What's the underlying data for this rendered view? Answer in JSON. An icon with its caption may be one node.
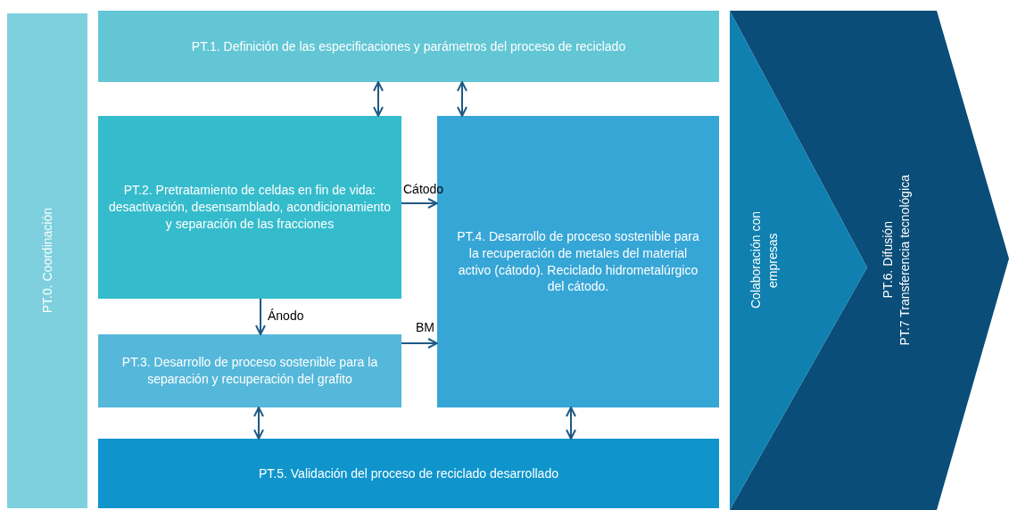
{
  "diagram": {
    "nodes": [
      {
        "text": [
          "PT.0. Coordinación"
        ]
      },
      {
        "text": [
          "PT.1. Definición de las especificaciones y parámetros del proceso de reciclado"
        ]
      },
      {
        "text": [
          "PT.2. Pretratamiento de celdas en fin de vida: desactivación, desensamblado, acondicionamiento y separación de las fracciones"
        ]
      },
      {
        "text": [
          "PT.3. Desarrollo de proceso sostenible para la separación y recuperación del grafito"
        ]
      },
      {
        "text": [
          "PT.4. Desarrollo de proceso sostenible para la recuperación de metales del material activo (cátodo). Reciclado hidrometalúrgico del cátodo."
        ]
      },
      {
        "text": [
          "PT.5. Validación del proceso de reciclado desarrollado"
        ]
      },
      {
        "text": [
          "Colaboración con empresas"
        ]
      },
      {
        "text": [
          "PT.6. Difusión",
          "PT.7 Transferencia tecnológica"
        ]
      }
    ],
    "edges": [
      {
        "from": 1,
        "to": 2,
        "arrow": "both"
      },
      {
        "from": 1,
        "to": 4,
        "arrow": "both"
      },
      {
        "from": 2,
        "to": 4,
        "arrow": "to",
        "label": "Cátodo"
      },
      {
        "from": 2,
        "to": 3,
        "arrow": "to",
        "label": "Ánodo"
      },
      {
        "from": 3,
        "to": 4,
        "arrow": "to",
        "label": "BM"
      },
      {
        "from": 3,
        "to": 5,
        "arrow": "both"
      },
      {
        "from": 4,
        "to": 5,
        "arrow": "both"
      }
    ]
  }
}
